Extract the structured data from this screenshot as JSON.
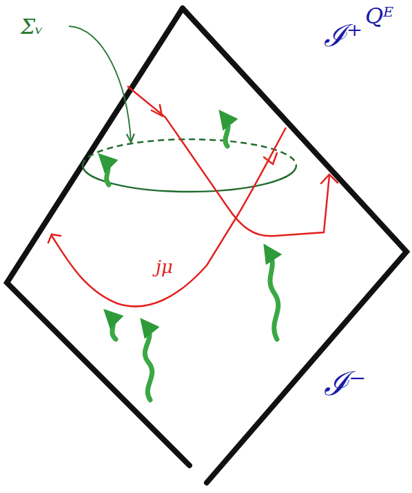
{
  "diagram": {
    "labels": [
      "Σᵥ",
      "ℐ⁺",
      "Qᴱ",
      "jμ",
      "ℐ⁻"
    ]
  }
}
